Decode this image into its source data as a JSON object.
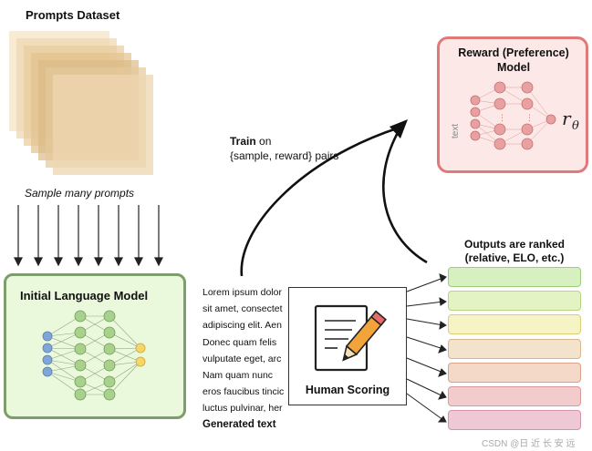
{
  "prompts_dataset": {
    "title": "Prompts Dataset",
    "sample_label": "Sample many prompts"
  },
  "initial_lm": {
    "title": "Initial Language Model"
  },
  "reward_model": {
    "title_line1": "Reward (Preference)",
    "title_line2": "Model",
    "input_label": "text",
    "output_symbol": "r",
    "output_subscript": "θ"
  },
  "train": {
    "bold": "Train",
    "rest": " on",
    "line2": "{sample, reward} pairs"
  },
  "generated": {
    "lines": [
      "Lorem ipsum dolor",
      "sit amet, consectet",
      "adipiscing elit. Aen",
      "Donec quam felis",
      "vulputate eget, arc",
      "Nam quam nunc",
      "eros faucibus tincic",
      "luctus pulvinar, her"
    ],
    "label": "Generated text"
  },
  "human_scoring": {
    "label": "Human Scoring"
  },
  "outputs": {
    "title_line1": "Outputs are ranked",
    "title_line2": "(relative, ELO, etc.)",
    "bar_colors": [
      {
        "fill": "#d6f0c0",
        "border": "#9ccf7a"
      },
      {
        "fill": "#e4f3c4",
        "border": "#b6d67e"
      },
      {
        "fill": "#f6f3c4",
        "border": "#d9cf76"
      },
      {
        "fill": "#f3e3cc",
        "border": "#d6b68a"
      },
      {
        "fill": "#f4d8c8",
        "border": "#d9a288"
      },
      {
        "fill": "#f2cccc",
        "border": "#d99898"
      },
      {
        "fill": "#efc8d6",
        "border": "#d493ac"
      }
    ]
  },
  "watermark": "CSDN @日 近 长 安 远"
}
